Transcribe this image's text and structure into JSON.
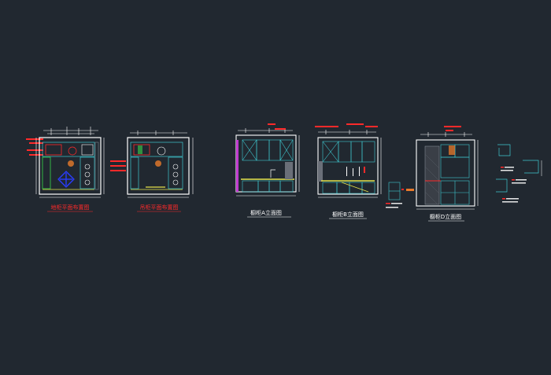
{
  "colors": {
    "background": "#212830",
    "red": "#ff2a2a",
    "white": "#ffffff",
    "cyan": "#3fc8d0",
    "green": "#39d64a",
    "yellow": "#e6e24a",
    "magenta": "#c03ad0",
    "blue": "#2a3cff",
    "orange": "#e87a2a",
    "grey": "#8c96a0"
  },
  "drawings": {
    "plan_floor_title": "地柜平面布置图",
    "plan_wall_title": "吊柜平面布置图",
    "elev_a_title": "橱柜A立面图",
    "elev_b_title": "橱柜B立面图",
    "elev_d_title": "橱柜D立面图"
  }
}
